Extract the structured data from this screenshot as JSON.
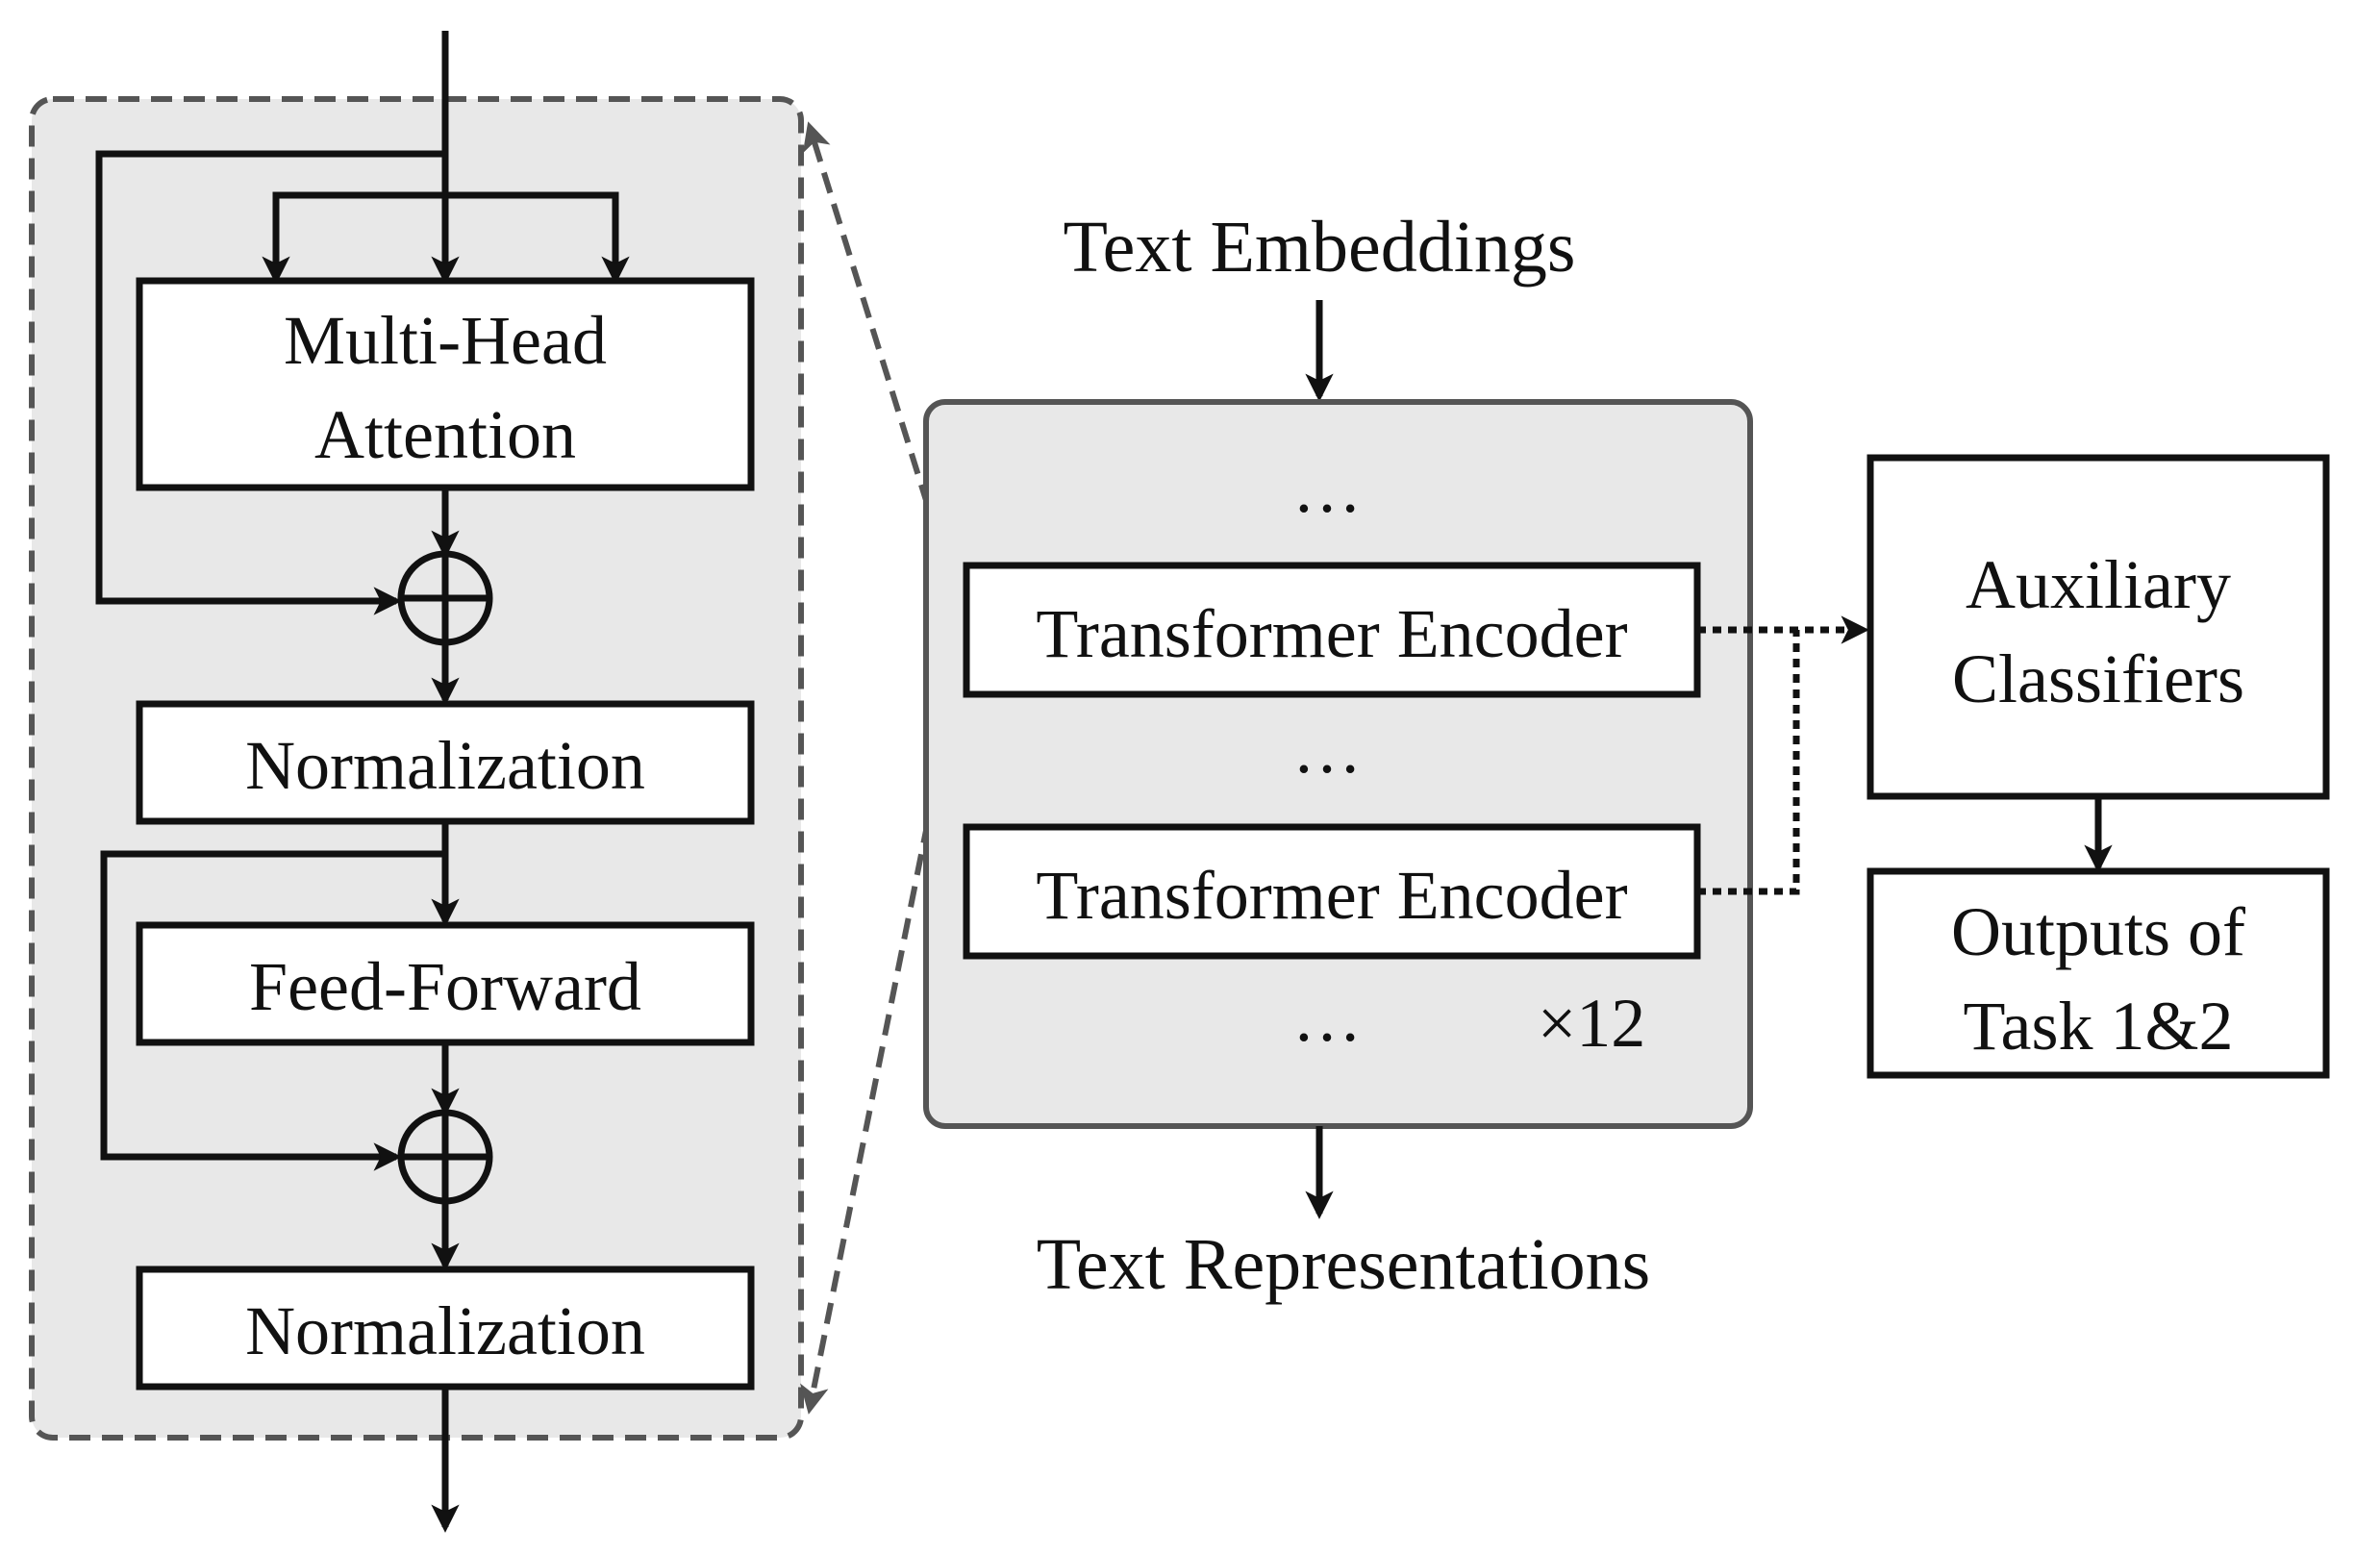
{
  "detail": {
    "blocks": [
      {
        "line1": "Multi-Head",
        "line2": "Attention"
      },
      {
        "label": "Normalization"
      },
      {
        "label": "Feed-Forward"
      },
      {
        "label": "Normalization"
      }
    ]
  },
  "stack": {
    "input_label": "Text Embeddings",
    "output_label": "Text Representations",
    "encoder_labels": [
      "Transformer Encoder",
      "Transformer Encoder"
    ],
    "ellipses": [
      "…",
      "…",
      "…"
    ],
    "repeat_label": "×12"
  },
  "aux": {
    "classifier": {
      "line1": "Auxiliary",
      "line2": "Classifiers"
    },
    "outputs": {
      "line1": "Outputs of",
      "line2": "Task 1&2"
    }
  },
  "colors": {
    "panel_fill": "#e8e8e8",
    "box_fill": "#ffffff",
    "stroke": "#111111",
    "dash_stroke": "#555555"
  }
}
